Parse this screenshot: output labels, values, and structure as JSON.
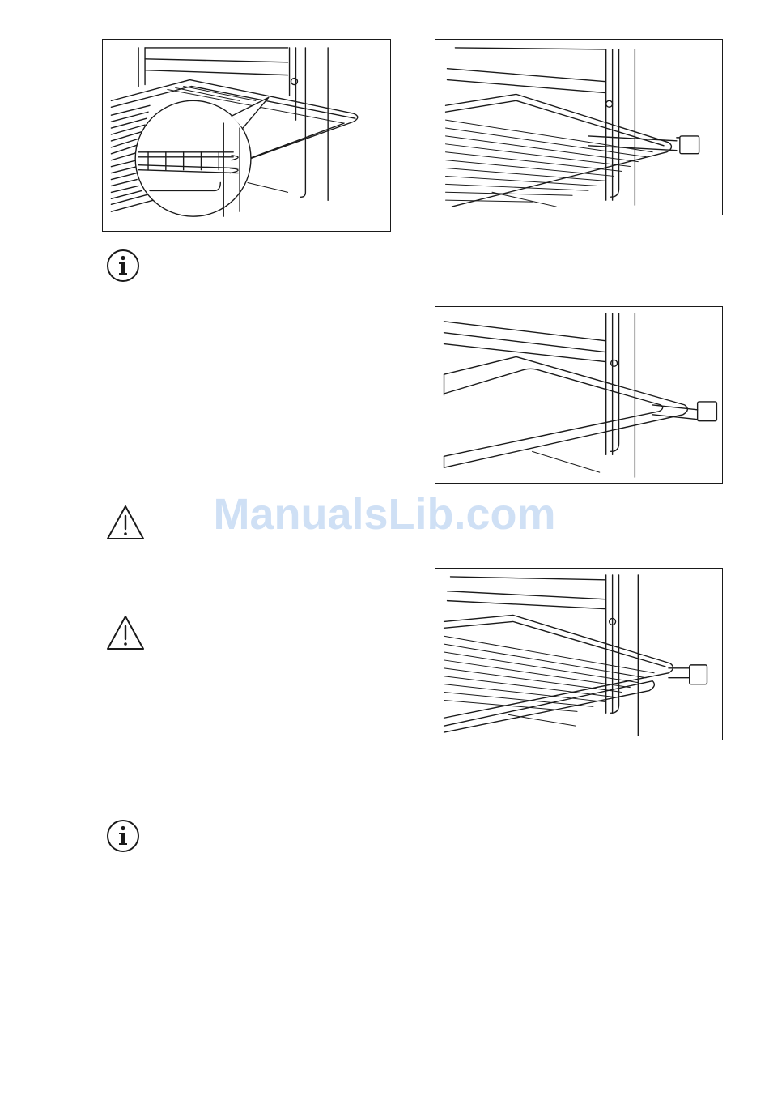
{
  "watermark": {
    "text": "ManualsLib.com"
  },
  "figures": [
    {
      "name": "grid-shelf-with-detail"
    },
    {
      "name": "grid-shelf-on-rails"
    },
    {
      "name": "deep-pan-on-rails"
    },
    {
      "name": "grid-and-pan-on-rails"
    }
  ],
  "icons": {
    "info_1": "info-icon",
    "warning_1": "warning-icon",
    "warning_2": "warning-icon",
    "info_2": "info-icon"
  },
  "colors": {
    "line": "#1a1a1a",
    "watermark": "#cfe0f5"
  }
}
